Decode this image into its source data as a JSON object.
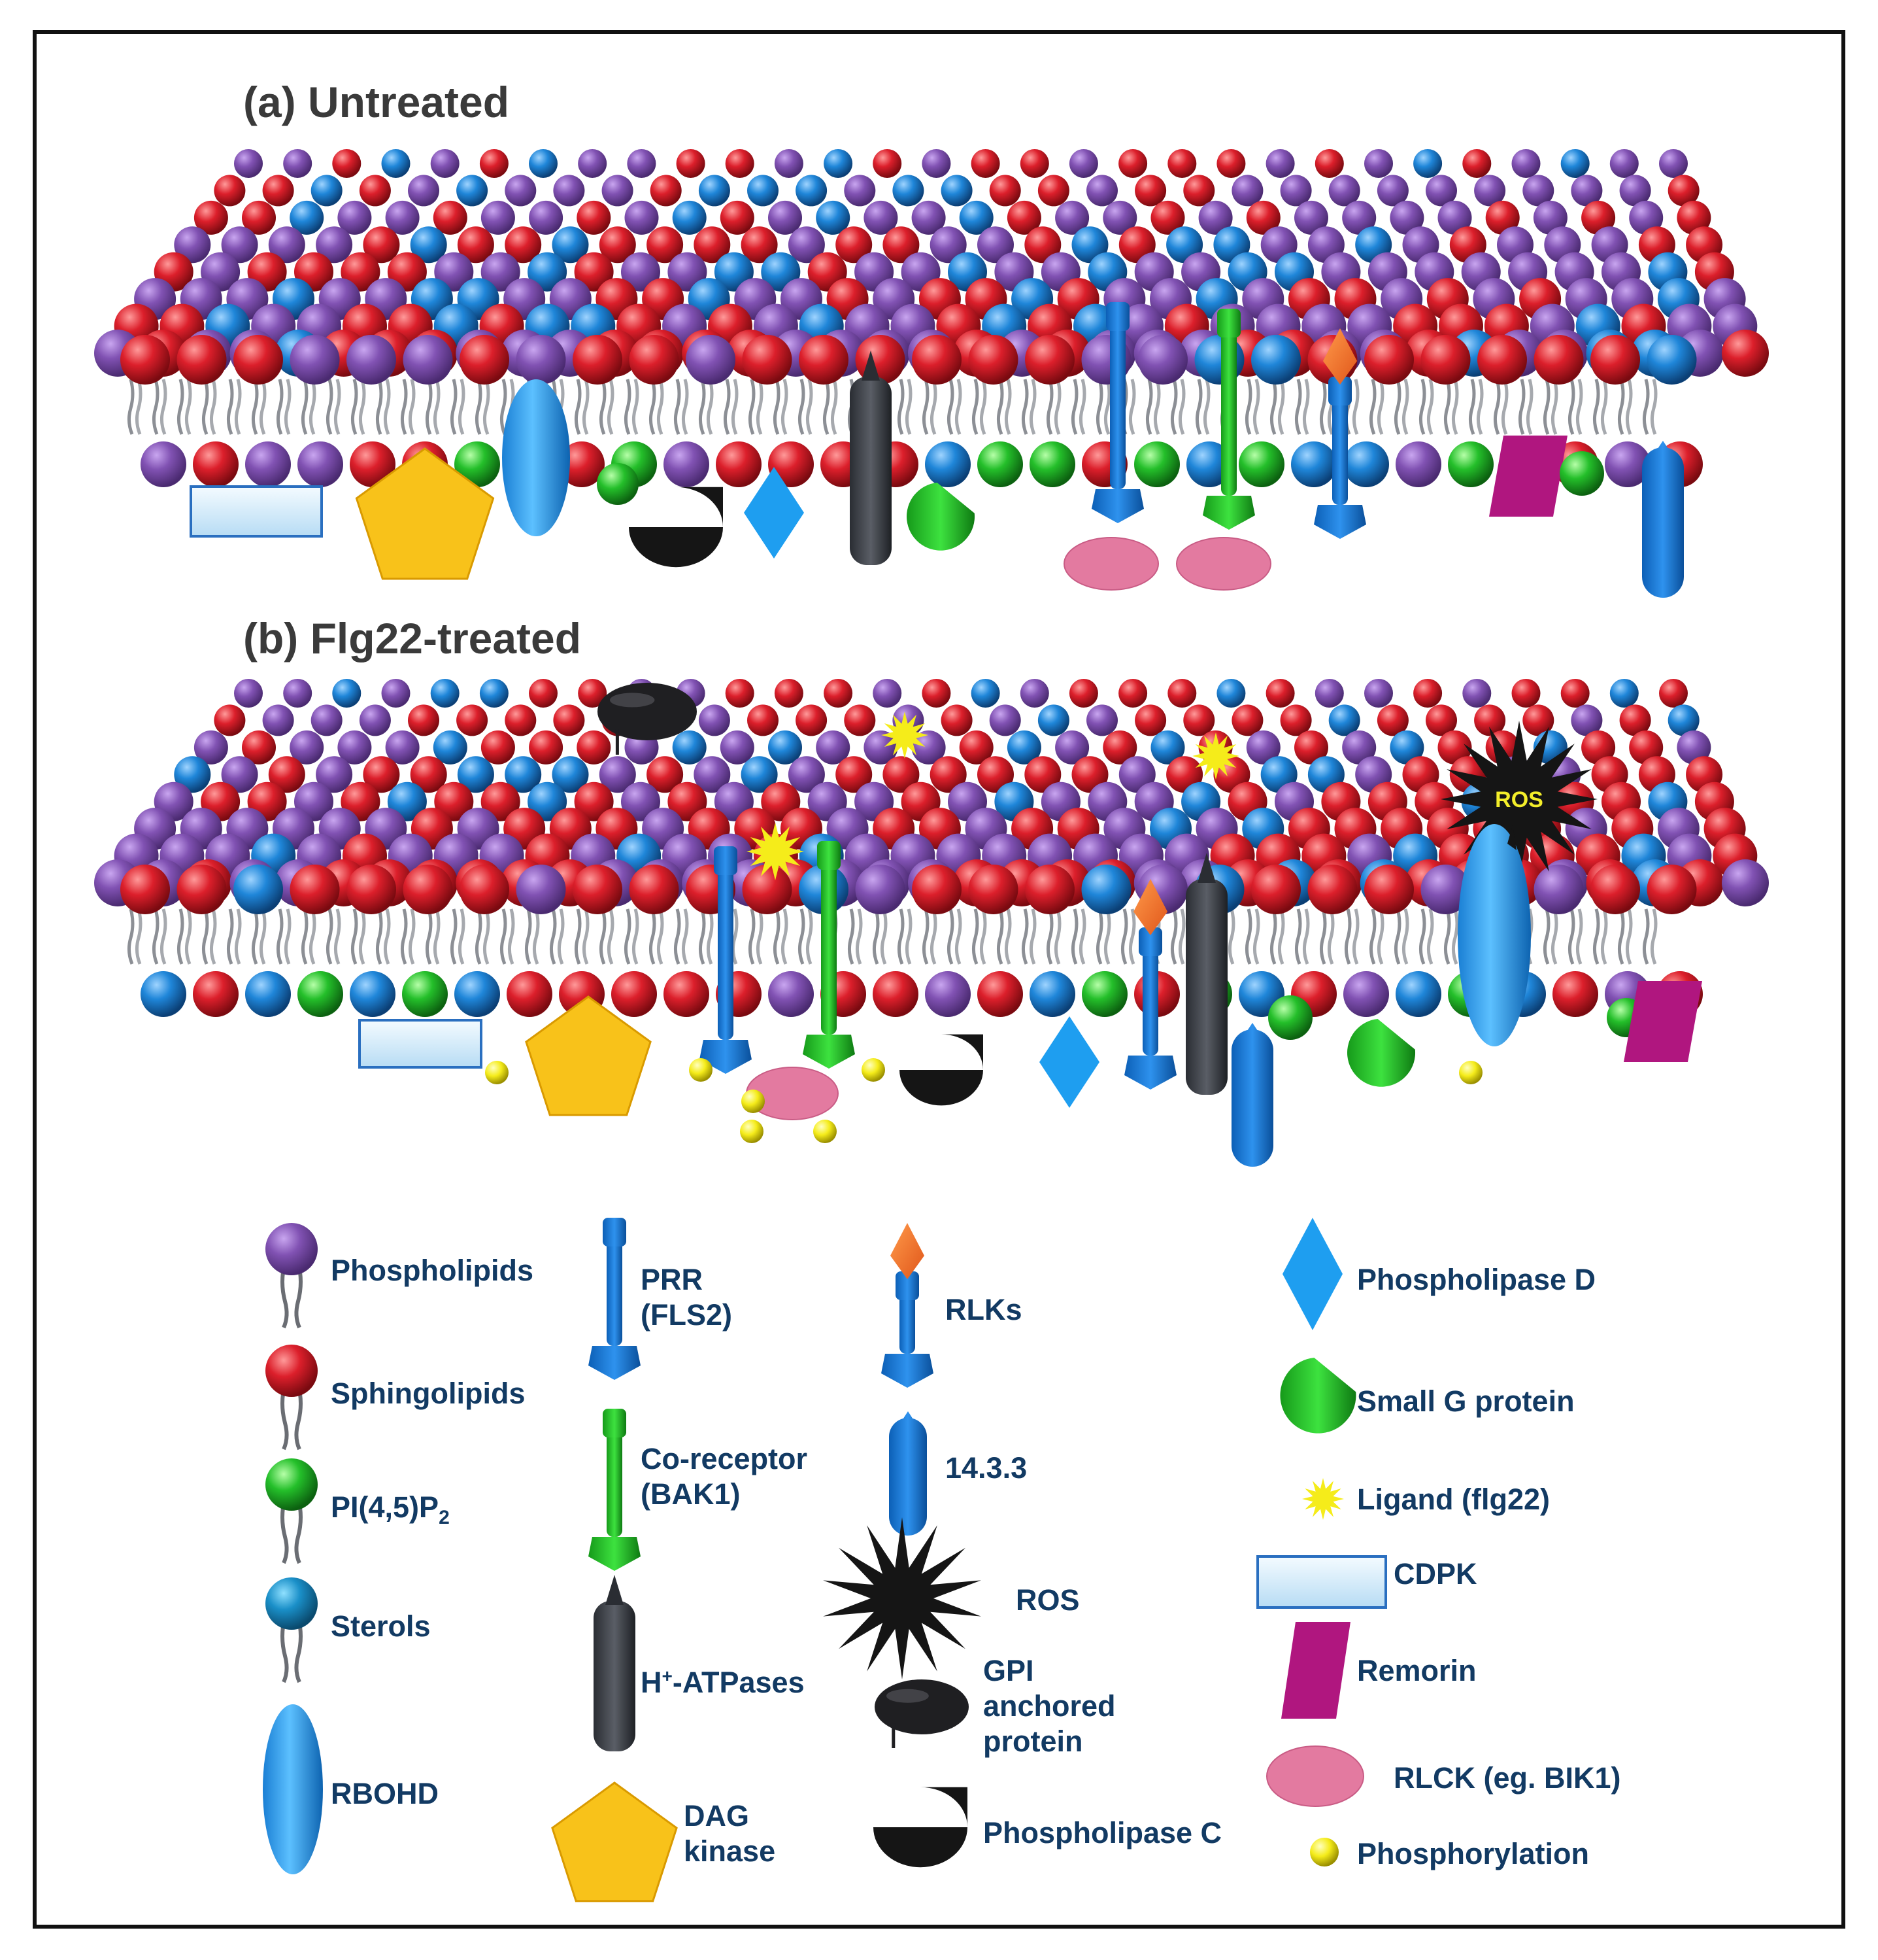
{
  "panels": {
    "a_title": "(a) Untreated",
    "b_title": "(b) Flg22-treated",
    "ros_label": "ROS"
  },
  "colors": {
    "phospholipid": "#7c4fa8",
    "sphingolipid": "#d9202c",
    "sterol": "#1f84d8",
    "pip2": "#25c02a",
    "frame": "#111111",
    "legend_text": "#123a63"
  },
  "legend": {
    "phospholipids": "Phospholipids",
    "sphingolipids": "Sphingolipids",
    "pip2_main": "PI(4,5)P",
    "pip2_sub": "2",
    "sterols": "Sterols",
    "rbohd": "RBOHD",
    "prr_line1": "PRR",
    "prr_line2": "(FLS2)",
    "coreceptor_line1": "Co-receptor",
    "coreceptor_line2": "(BAK1)",
    "atpase_main": "H",
    "atpase_sup": "+",
    "atpase_rest": "-ATPases",
    "dag_line1": "DAG",
    "dag_line2": "kinase",
    "rlks": "RLKs",
    "protein_1433": "14.3.3",
    "ros": "ROS",
    "gpi_line1": "GPI",
    "gpi_line2": "anchored",
    "gpi_line3": "protein",
    "plc": "Phospholipase C",
    "pld": "Phospholipase D",
    "small_g": "Small G protein",
    "ligand": "Ligand (flg22)",
    "cdpk": "CDPK",
    "remorin": "Remorin",
    "rlck": "RLCK (eg. BIK1)",
    "phosphorylation": "Phosphorylation"
  }
}
